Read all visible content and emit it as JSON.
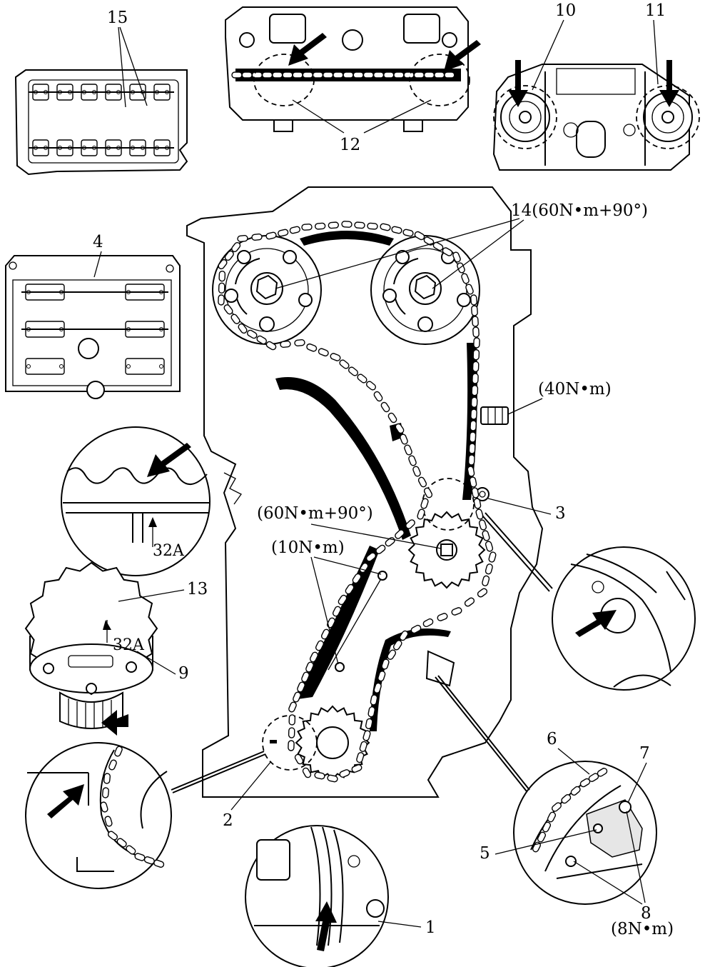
{
  "colors": {
    "ink": "#000000",
    "paper": "#ffffff",
    "shade": "#e6e6e6"
  },
  "labels": {
    "l1": "1",
    "l2": "2",
    "l3": "3",
    "l4": "4",
    "l5": "5",
    "l6": "6",
    "l7": "7",
    "l8": "8",
    "l9": "9",
    "l10": "10",
    "l11": "11",
    "l12": "12",
    "l13": "13",
    "l15": "15",
    "l32a_top": "32A",
    "l32a_bottom": "32A",
    "cam_bolts": "14(60N•m+90°)",
    "tensioner_torque": "(40N•m)",
    "intermediate_torque": "(60N•m+90°)",
    "guide_torque": "(10N•m)",
    "small_bolt_torque": "(8N•m)"
  },
  "icons": [
    "cylinder-head-icon",
    "camshaft-sprocket-icon",
    "crankshaft-sprocket-icon",
    "timing-chain-icon",
    "arrow-icon",
    "magnifier-circle-icon"
  ]
}
